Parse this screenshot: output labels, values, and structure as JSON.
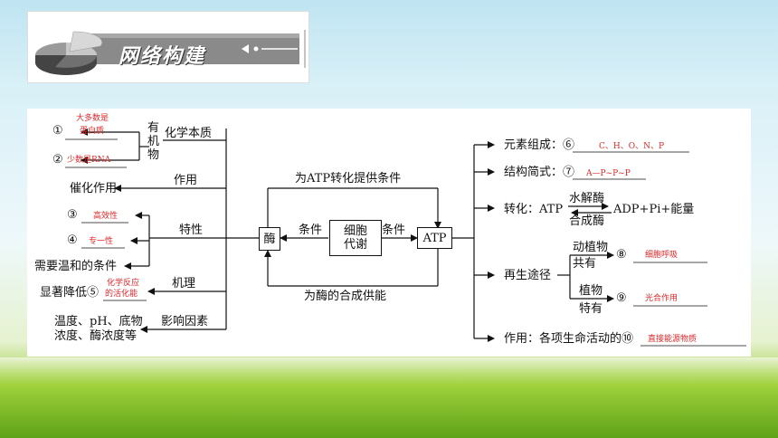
{
  "header": {
    "title": "网络构建"
  },
  "left": {
    "chem_nature": "化学本质",
    "organic_1": "有",
    "organic_2": "机",
    "organic_3": "物",
    "circle1": "①",
    "circle1_text_1": "大多数是",
    "circle1_text_2": "蛋白质",
    "circle2": "②",
    "circle2_text": "少数是RNA",
    "function": "作用",
    "catalysis": "催化作用",
    "property": "特性",
    "circle3": "③",
    "circle3_text": "高效性",
    "circle4": "④",
    "circle4_text": "专一性",
    "mild": "需要温和的条件",
    "mechanism": "机理",
    "lower": "显著降低⑤",
    "circle5_text_1": "化学反应",
    "circle5_text_2": "的活化能",
    "factors": "影响因素",
    "factor_list_1": "温度、pH、底物",
    "factor_list_2": "浓度、酶浓度等"
  },
  "center": {
    "enzyme": "酶",
    "top_label": "为ATP转化提供条件",
    "cond_left": "条件",
    "cell_1": "细胞",
    "cell_2": "代谢",
    "cond_right": "条件",
    "atp": "ATP",
    "bottom_label": "为酶的合成供能"
  },
  "right": {
    "elements": "元素组成：⑥",
    "elements_answer": "C、H、O、N、P",
    "structure": "结构简式：⑦",
    "structure_answer": "A—P~P~P",
    "conversion": "转化：ATP",
    "hydrolase": "水解酶",
    "synthase": "合成酶",
    "products": "ADP+Pi+能量",
    "regen": "再生途径",
    "animal_plant": "动植物",
    "shared": "共有",
    "circle8": "⑧",
    "circle8_answer": "细胞呼吸",
    "plant": "植物",
    "unique": "特有",
    "circle9": "⑨",
    "circle9_answer": "光合作用",
    "role": "作用：各项生命活动的⑩",
    "role_answer": "直接能源物质"
  }
}
